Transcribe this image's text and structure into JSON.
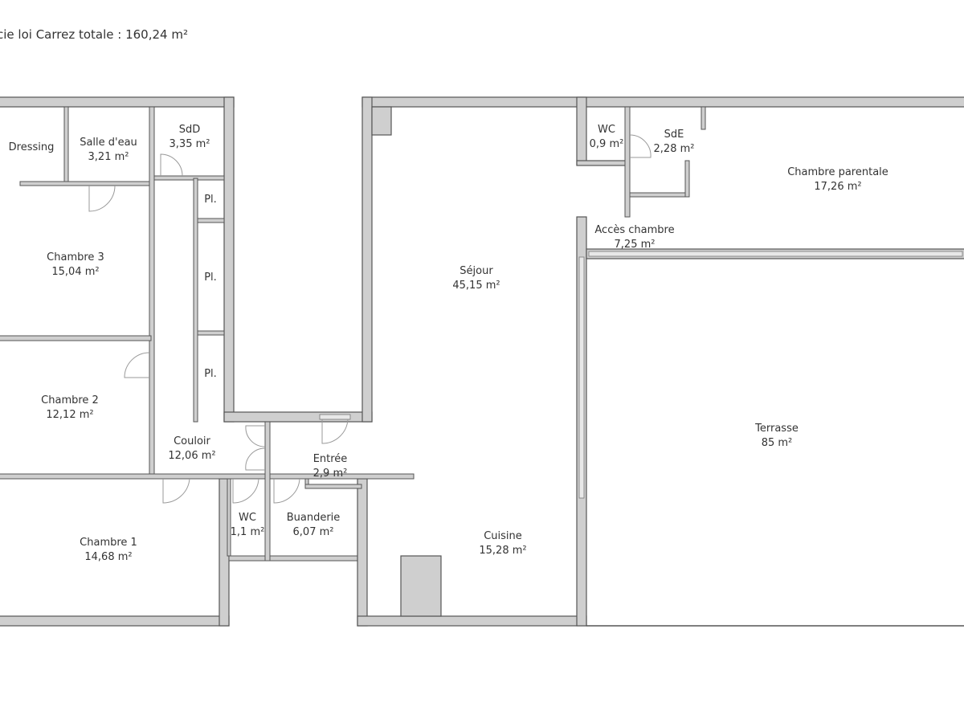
{
  "header": {
    "total_area": "cie loi Carrez totale :  160,24 m²"
  },
  "rooms": {
    "dressing": {
      "name": "Dressing"
    },
    "salle_eau": {
      "name": "Salle d'eau",
      "area": "3,21 m²"
    },
    "sdd": {
      "name": "SdD",
      "area": "3,35 m²"
    },
    "placard1": {
      "name": "Pl."
    },
    "placard2": {
      "name": "Pl."
    },
    "placard3": {
      "name": "Pl."
    },
    "chambre3": {
      "name": "Chambre 3",
      "area": "15,04 m²"
    },
    "chambre2": {
      "name": "Chambre 2",
      "area": "12,12 m²"
    },
    "couloir": {
      "name": "Couloir",
      "area": "12,06 m²"
    },
    "chambre1": {
      "name": "Chambre 1",
      "area": "14,68 m²"
    },
    "wc1": {
      "name": "WC",
      "area": "1,1 m²"
    },
    "buanderie": {
      "name": "Buanderie",
      "area": "6,07 m²"
    },
    "entree": {
      "name": "Entrée",
      "area": "2,9 m²"
    },
    "sejour": {
      "name": "Séjour",
      "area": "45,15 m²"
    },
    "cuisine": {
      "name": "Cuisine",
      "area": "15,28 m²"
    },
    "wc2": {
      "name": "WC",
      "area": "0,9 m²"
    },
    "sde": {
      "name": "SdE",
      "area": "2,28 m²"
    },
    "chambre_parentale": {
      "name": "Chambre parentale",
      "area": "17,26 m²"
    },
    "acces_chambre": {
      "name": "Accès chambre",
      "area": "7,25 m²"
    },
    "terrasse": {
      "name": "Terrasse",
      "area": "85 m²"
    }
  },
  "colors": {
    "wall_fill": "#cfcfcf",
    "wall_stroke": "#555555",
    "text": "#333333"
  }
}
